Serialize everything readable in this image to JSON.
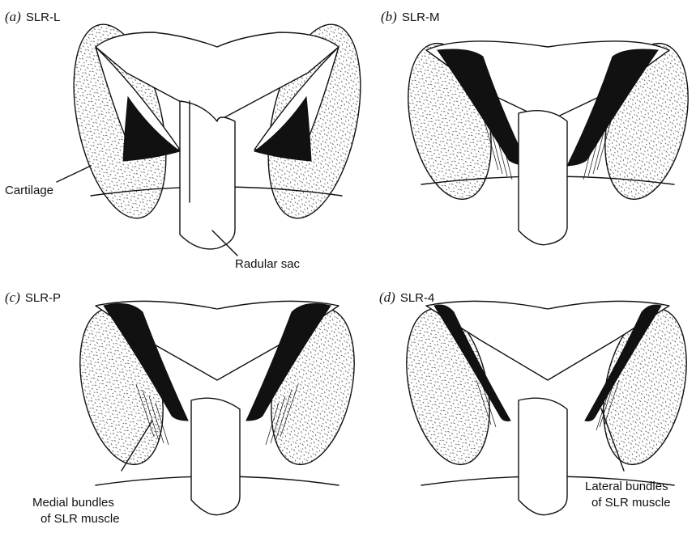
{
  "panels": [
    {
      "letter": "(a)",
      "name": "SLR-L"
    },
    {
      "letter": "(b)",
      "name": "SLR-M"
    },
    {
      "letter": "(c)",
      "name": "SLR-P"
    },
    {
      "letter": "(d)",
      "name": "SLR-4"
    }
  ],
  "annotations": {
    "cartilage": "Cartilage",
    "radular_sac": "Radular sac",
    "medial_line1": "Medial bundles",
    "medial_line2": "of SLR muscle",
    "lateral_line1": "Lateral bundles",
    "lateral_line2": "of SLR muscle"
  }
}
